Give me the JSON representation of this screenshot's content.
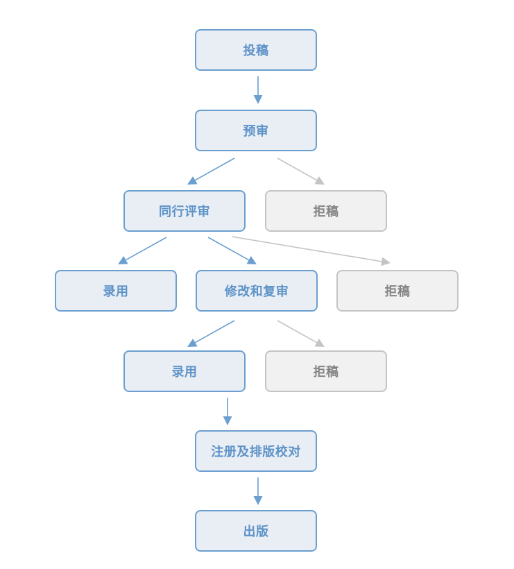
{
  "colors": {
    "main_border": "#6b9fd0",
    "main_fill": "#e9eef4",
    "main_text": "#5e93c8",
    "reject_border": "#c4c4c4",
    "reject_fill": "#f1f1f1",
    "reject_text": "#858585"
  },
  "nodes": {
    "submit": {
      "label": "投稿"
    },
    "pre_review": {
      "label": "预审"
    },
    "peer_review": {
      "label": "同行评审"
    },
    "reject_1": {
      "label": "拒稿"
    },
    "accept_1": {
      "label": "录用"
    },
    "revise": {
      "label": "修改和复审"
    },
    "reject_2": {
      "label": "拒稿"
    },
    "accept_2": {
      "label": "录用"
    },
    "reject_3": {
      "label": "拒稿"
    },
    "register": {
      "label": "注册及排版校对"
    },
    "publish": {
      "label": "出版"
    }
  },
  "edges": [
    {
      "from": "submit",
      "to": "pre_review",
      "style": "main"
    },
    {
      "from": "pre_review",
      "to": "peer_review",
      "style": "main"
    },
    {
      "from": "pre_review",
      "to": "reject_1",
      "style": "reject"
    },
    {
      "from": "peer_review",
      "to": "accept_1",
      "style": "main"
    },
    {
      "from": "peer_review",
      "to": "revise",
      "style": "main"
    },
    {
      "from": "peer_review",
      "to": "reject_2",
      "style": "reject"
    },
    {
      "from": "revise",
      "to": "accept_2",
      "style": "main"
    },
    {
      "from": "revise",
      "to": "reject_3",
      "style": "reject"
    },
    {
      "from": "accept_2",
      "to": "register",
      "style": "main"
    },
    {
      "from": "register",
      "to": "publish",
      "style": "main"
    }
  ]
}
